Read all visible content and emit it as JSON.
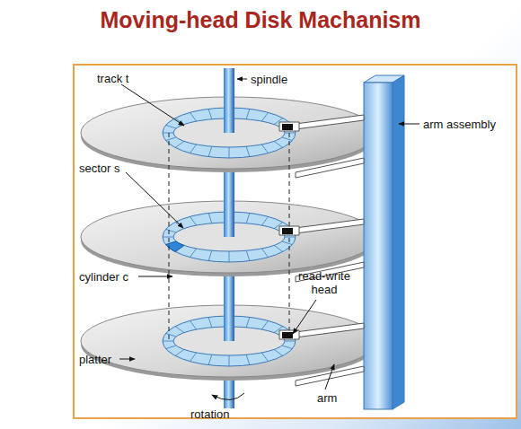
{
  "diagram": {
    "title": "Moving-head Disk Machanism",
    "labels": [
      "track t",
      "spindle",
      "arm assembly",
      "sector s",
      "cylinder c",
      "read-write head",
      "platter",
      "arm",
      "rotation"
    ]
  }
}
